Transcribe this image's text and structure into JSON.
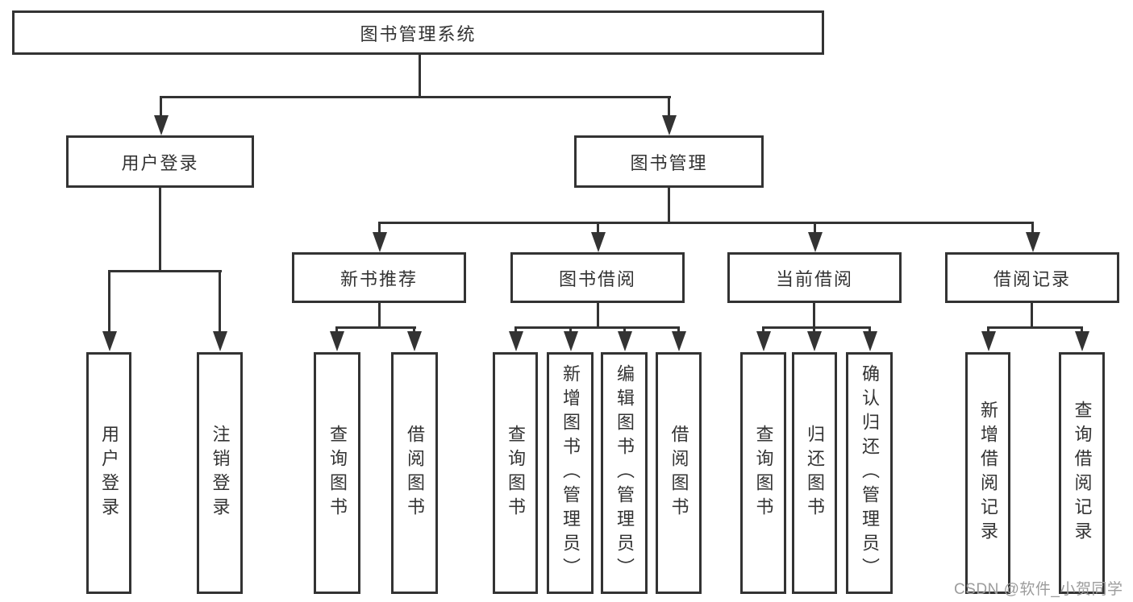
{
  "nodes": {
    "root": "图书管理系统",
    "user_login": "用户登录",
    "book_mgmt": "图书管理",
    "new_book_rec": "新书推荐",
    "book_borrow": "图书借阅",
    "current_borrow": "当前借阅",
    "borrow_record": "借阅记录",
    "ul_login": "用户登录",
    "ul_logout": "注销登录",
    "nb_query": "查询图书",
    "nb_borrow": "借阅图书",
    "bb_query": "查询图书",
    "bb_add": "新增图书（管理员）",
    "bb_edit": "编辑图书（管理员）",
    "bb_borrow": "借阅图书",
    "cb_query": "查询图书",
    "cb_return": "归还图书",
    "cb_confirm": "确认归还（管理员）",
    "br_add": "新增借阅记录",
    "br_query": "查询借阅记录"
  },
  "watermark": "CSDN @软件_小贺同学",
  "colors": {
    "line": "#333333",
    "text": "#333333",
    "watermark": "#9c9c9c",
    "background": "#ffffff"
  }
}
